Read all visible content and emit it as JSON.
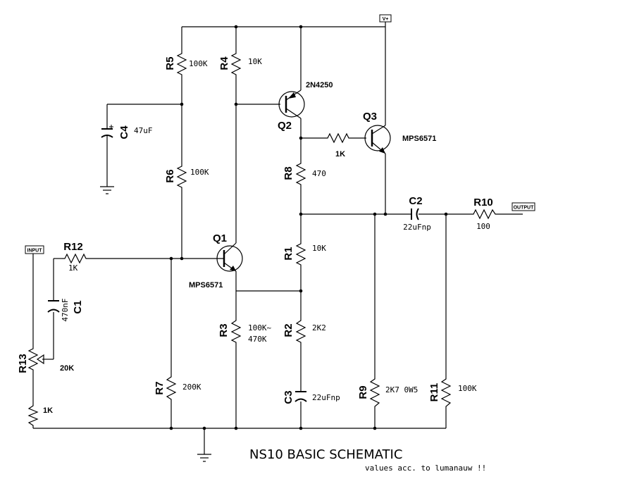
{
  "title": "NS10 BASIC SCHEMATIC",
  "subtitle": "values acc. to lumanauw !!",
  "ports": {
    "vplus": "V+",
    "input": "INPUT",
    "output": "OUTPUT"
  },
  "components": {
    "R1": {
      "ref": "R1",
      "value": "10K"
    },
    "R2": {
      "ref": "R2",
      "value": "2K2"
    },
    "R3": {
      "ref": "R3",
      "value_line1": "100K~",
      "value_line2": "470K"
    },
    "R4": {
      "ref": "R4",
      "value": "10K"
    },
    "R5": {
      "ref": "R5",
      "value": "100K"
    },
    "R6": {
      "ref": "R6",
      "value": "100K"
    },
    "R7": {
      "ref": "R7",
      "value": "200K"
    },
    "R8": {
      "ref": "R8",
      "value": "470"
    },
    "R9": {
      "ref": "R9",
      "value": "2K7 0W5"
    },
    "R10": {
      "ref": "R10",
      "value": "100"
    },
    "R11": {
      "ref": "R11",
      "value": "100K"
    },
    "R12": {
      "ref": "R12",
      "value": "1K"
    },
    "R13": {
      "ref": "R13",
      "value": "20K"
    },
    "Rb": {
      "value": "1K"
    },
    "Rlow": {
      "value": "1K"
    },
    "C1": {
      "ref": "C1",
      "value": "470nF"
    },
    "C2": {
      "ref": "C2",
      "value": "22uFnp"
    },
    "C3": {
      "ref": "C3",
      "value": "22uFnp"
    },
    "C4": {
      "ref": "C4",
      "value": "47uF"
    },
    "Q1": {
      "ref": "Q1",
      "part": "MPS6571"
    },
    "Q2": {
      "ref": "Q2",
      "part": "2N4250"
    },
    "Q3": {
      "ref": "Q3",
      "part": "MPS6571"
    }
  }
}
